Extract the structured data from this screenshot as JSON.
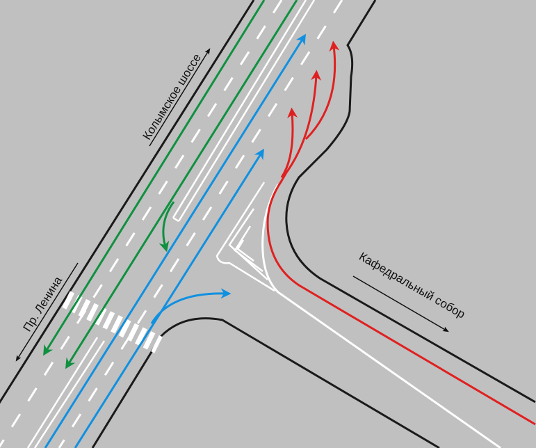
{
  "labels": {
    "main_road": "Колымское шоссе",
    "avenue": "Пр. Ленина",
    "side_road": "Кафедральный собор"
  },
  "colors": {
    "background": "#c0c0c0",
    "curb": "#1a1a1a",
    "marking": "#ffffff",
    "green_route": "#109040",
    "blue_route": "#1090e0",
    "red_route": "#e02020"
  }
}
